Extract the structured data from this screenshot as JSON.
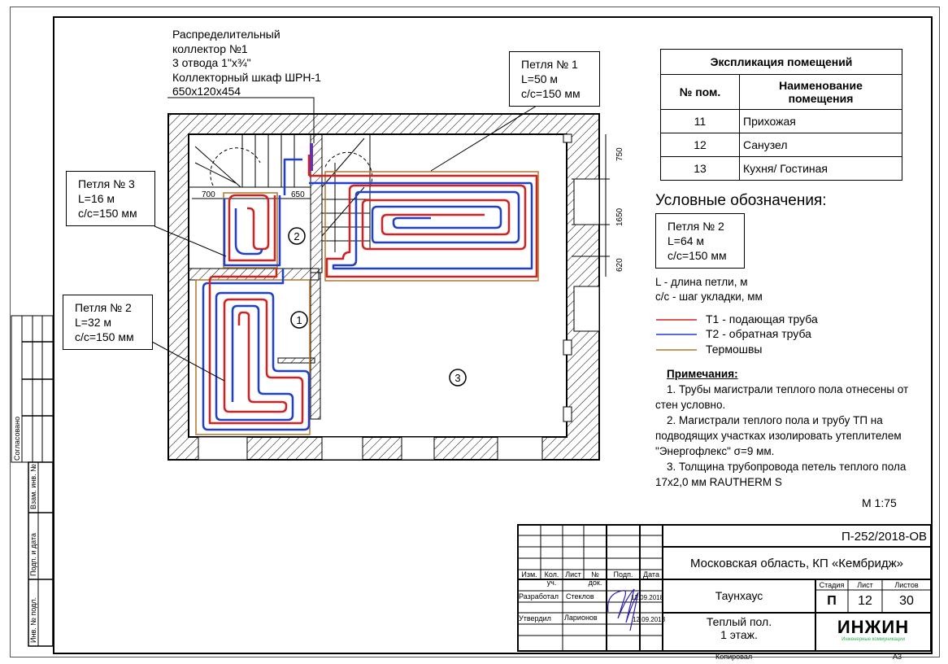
{
  "collector_note": {
    "lines": [
      "Распределительный",
      "коллектор №1",
      "3 отвода 1\"x¾\"",
      "Коллекторный шкаф ШРН-1",
      "650x120x454"
    ]
  },
  "loops": [
    {
      "title": "Петля № 1",
      "length": "L=50 м",
      "pitch": "с/с=150 мм"
    },
    {
      "title": "Петля № 3",
      "length": "L=16 м",
      "pitch": "с/с=150 мм"
    },
    {
      "title": "Петля № 2",
      "length": "L=32 м",
      "pitch": "с/с=150 мм"
    }
  ],
  "rooms": {
    "markers": [
      "1",
      "2",
      "3"
    ]
  },
  "dimensions": {
    "top": [
      "700",
      "650"
    ],
    "right": [
      "750",
      "1650",
      "620"
    ]
  },
  "explication": {
    "title": "Экспликация помещений",
    "col_number": "№ пом.",
    "col_name": "Наименование помещения",
    "rows": [
      {
        "number": "11",
        "name": "Прихожая"
      },
      {
        "number": "12",
        "name": "Санузел"
      },
      {
        "number": "13",
        "name": "Кухня/ Гостиная"
      }
    ]
  },
  "legend": {
    "title": "Условные обозначения:",
    "sample": {
      "title": "Петля № 2",
      "length": "L=64 м",
      "pitch": "с/с=150 мм"
    },
    "abbr_l": "L - длина петли, м",
    "abbr_cc": "с/с - шаг укладки, мм",
    "items": [
      {
        "label": "Т1 - подающая труба",
        "color": "#d42020"
      },
      {
        "label": "Т2 - обратная труба",
        "color": "#1f3fcf"
      },
      {
        "label": "Термошвы",
        "color": "#b0762a"
      }
    ]
  },
  "notes": {
    "heading": "Примечания:",
    "items": [
      "1.   Трубы магистрали теплого пола отнесены от стен условно.",
      "2.   Магистрали теплого пола и трубу ТП на подводящих участках изолировать утеплителем \"Энергофлекс\" σ=9 мм.",
      "3.   Толщина трубопровода петель теплого пола 17x2,0 мм RAUTHERM S"
    ],
    "scale": "М 1:75"
  },
  "title_block": {
    "doc_code": "П-252/2018-ОВ",
    "location": "Московская область, КП «Кембридж»",
    "building": "Таунхаус",
    "sheet_name": "Теплый пол.\n1 этаж.",
    "stage_label": "Стадия",
    "sheet_label": "Лист",
    "sheets_label": "Листов",
    "stage": "П",
    "sheet": "12",
    "sheets": "30",
    "header_cols": [
      "Изм.",
      "Кол. уч.",
      "Лист",
      "№ док.",
      "Подп.",
      "Дата"
    ],
    "developed_label": "Разработал",
    "developed_by": "Стеклов",
    "developed_date": "12.09.2018",
    "approved_label": "Утвердил",
    "approved_by": "Ларионов",
    "approved_date": "12.09.2018",
    "copied": "Копировал",
    "format": "А3",
    "logo": "ИНЖИН",
    "logo_sub": "Инженерные коммуникации",
    "logo_color": "#2bb24c"
  },
  "side_strip": {
    "agreed": "Согласовано",
    "labels": [
      "Взам. инв. №",
      "Подп. и дата",
      "Инв. № подл."
    ]
  },
  "colors": {
    "supply": "#d42020",
    "return": "#1f3fcf",
    "thermo": "#b0762a"
  }
}
